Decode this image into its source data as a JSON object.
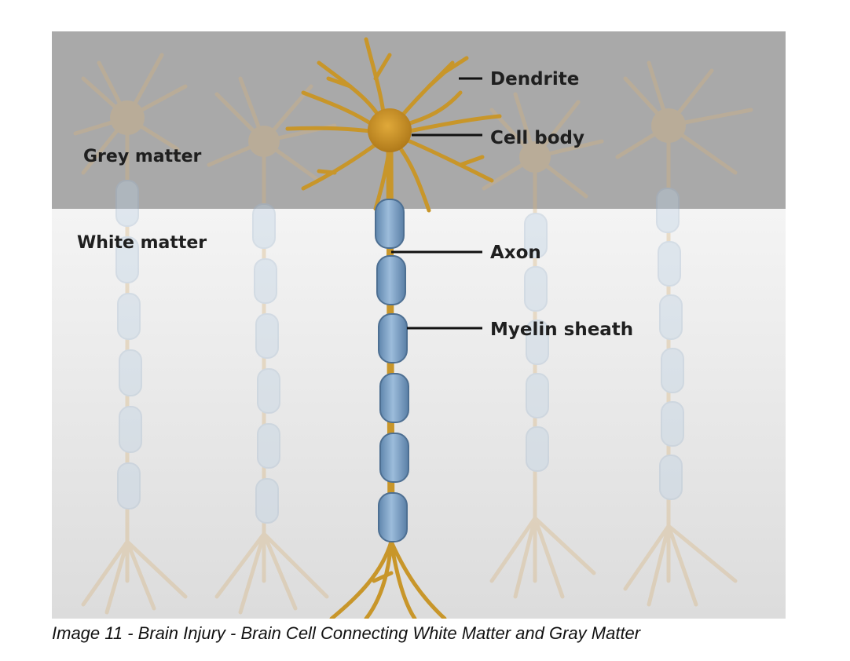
{
  "figure": {
    "regions": {
      "grey_matter": "Grey matter",
      "white_matter": "White matter"
    },
    "labels": {
      "dendrite": "Dendrite",
      "cell_body": "Cell body",
      "axon": "Axon",
      "myelin_sheath": "Myelin sheath"
    },
    "colors": {
      "grey_matter_bg": "#a9a9a9",
      "white_matter_bg": "#ececec",
      "neuron": "#c8962a",
      "myelin": "#7fa3c6"
    }
  },
  "caption": "Image 11 - Brain Injury - Brain Cell Connecting White Matter and Gray Matter"
}
